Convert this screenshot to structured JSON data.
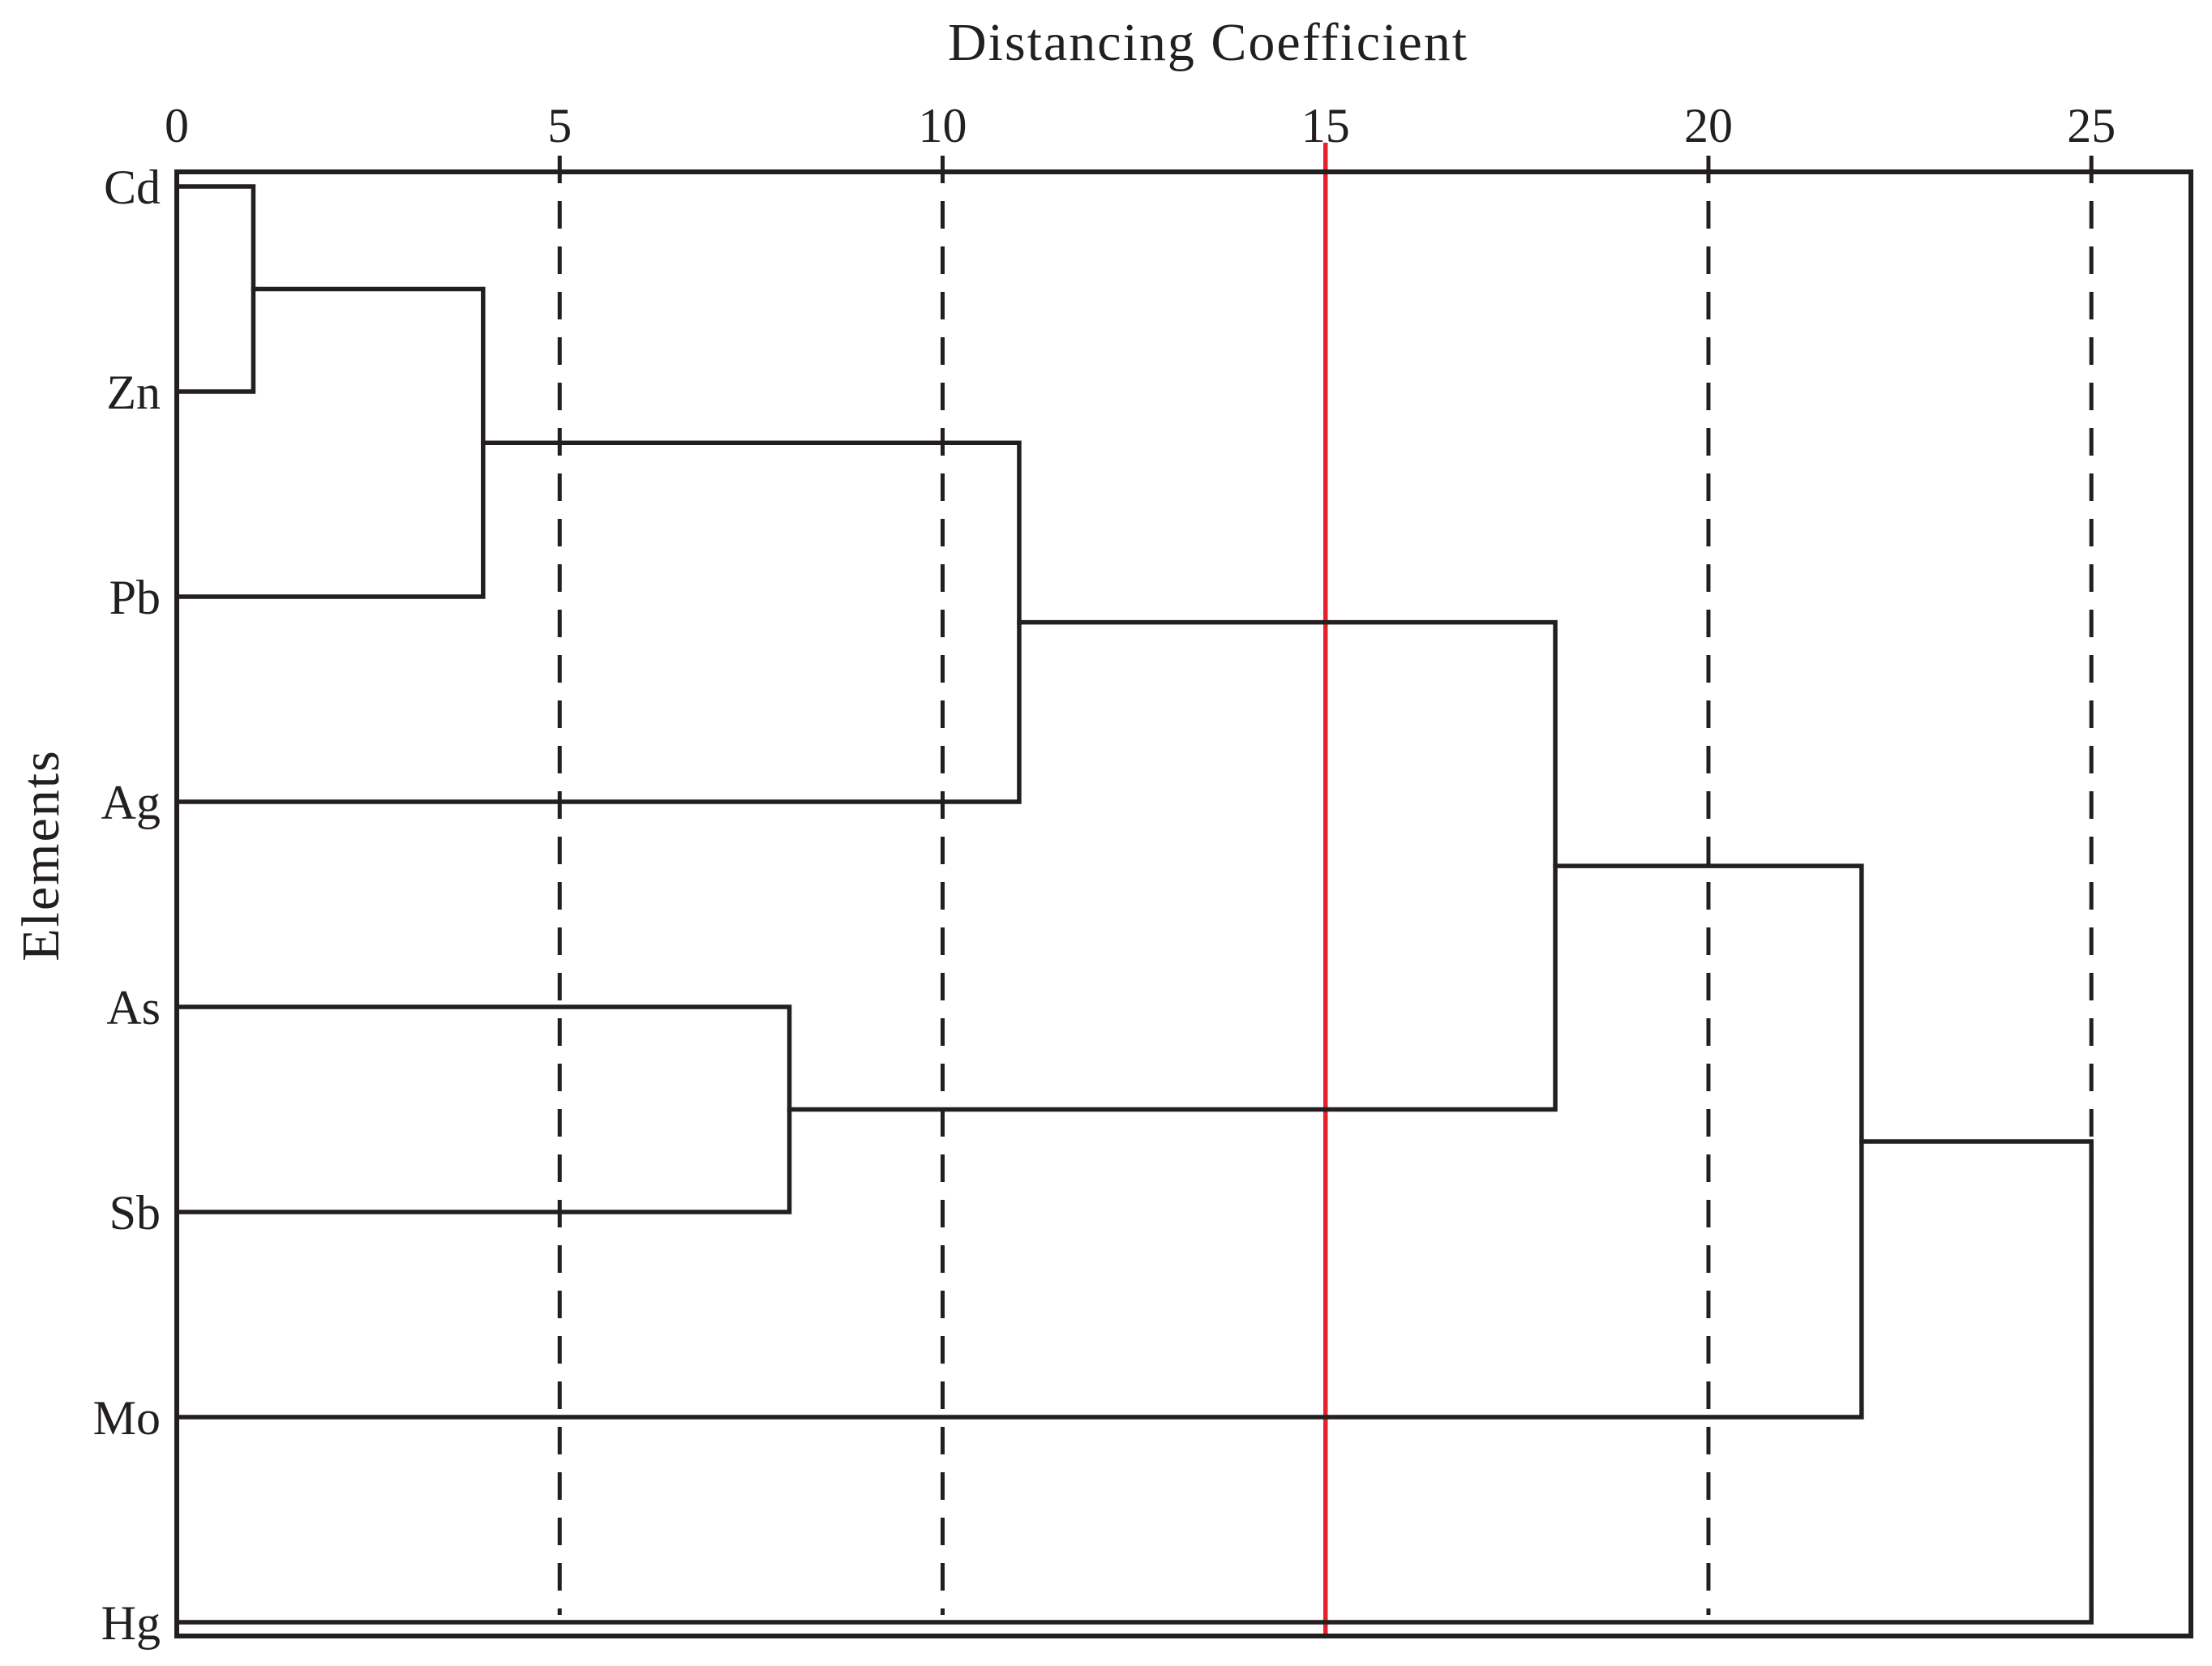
{
  "chart_data": {
    "type": "dendrogram",
    "title": "",
    "xlabel": "Distancing Coefficient",
    "ylabel": "Elements",
    "xlim": [
      0,
      26.3
    ],
    "xticks": [
      0,
      5,
      10,
      15,
      20,
      25
    ],
    "dashed_gridlines_at": [
      5,
      10,
      20,
      25
    ],
    "highlight_line": {
      "x": 15,
      "color": "#e3222b"
    },
    "line_color": "#231f20",
    "leaves": [
      "Cd",
      "Zn",
      "Pb",
      "Ag",
      "As",
      "Sb",
      "Mo",
      "Hg"
    ],
    "merges": [
      {
        "id": "c1",
        "children": [
          "Cd",
          "Zn"
        ],
        "distance": 1
      },
      {
        "id": "c2",
        "children": [
          "c1",
          "Pb"
        ],
        "distance": 4
      },
      {
        "id": "c3",
        "children": [
          "As",
          "Sb"
        ],
        "distance": 8
      },
      {
        "id": "c4",
        "children": [
          "c2",
          "Ag"
        ],
        "distance": 11
      },
      {
        "id": "c5",
        "children": [
          "c4",
          "c3"
        ],
        "distance": 18
      },
      {
        "id": "c6",
        "children": [
          "c5",
          "Mo"
        ],
        "distance": 22
      },
      {
        "id": "c7",
        "children": [
          "c6",
          "Hg"
        ],
        "distance": 25
      }
    ]
  }
}
